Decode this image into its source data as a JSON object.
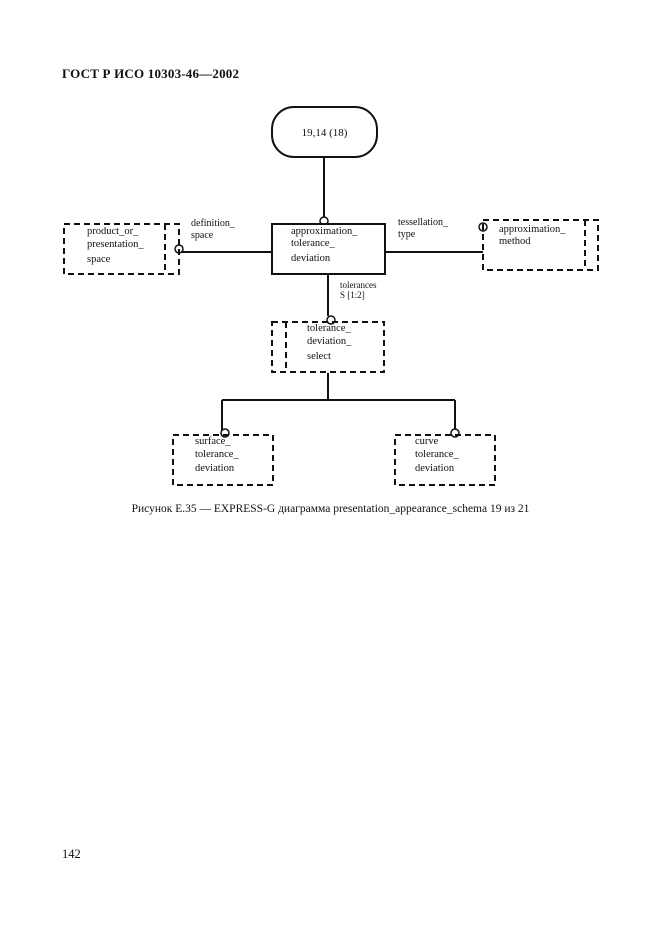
{
  "header": "ГОСТ Р ИСО 10303-46—2002",
  "caption": "Рисунок Е.35 — EXPRESS-G диаграмма presentation_appearance_schema 19 из 21",
  "page_number": "142",
  "diagram": {
    "page_ref": "19,14 (18)",
    "entity_main": [
      "approximation_",
      "tolerance_",
      "deviation"
    ],
    "type_product": [
      "product_or_",
      "presentation_",
      "space"
    ],
    "type_method": [
      "approximation_",
      "method"
    ],
    "type_select": [
      "tolerance_",
      "deviation_",
      "select"
    ],
    "entity_surface": [
      "surface_",
      "tolerance_",
      "deviation"
    ],
    "entity_curve": [
      "curve",
      "tolerance_",
      "deviation"
    ],
    "attr_definition": [
      "definition_",
      "space"
    ],
    "attr_tessellation": [
      "tessellation_",
      "type"
    ],
    "attr_tolerances": [
      "tolerances",
      "S [1:2]"
    ]
  }
}
